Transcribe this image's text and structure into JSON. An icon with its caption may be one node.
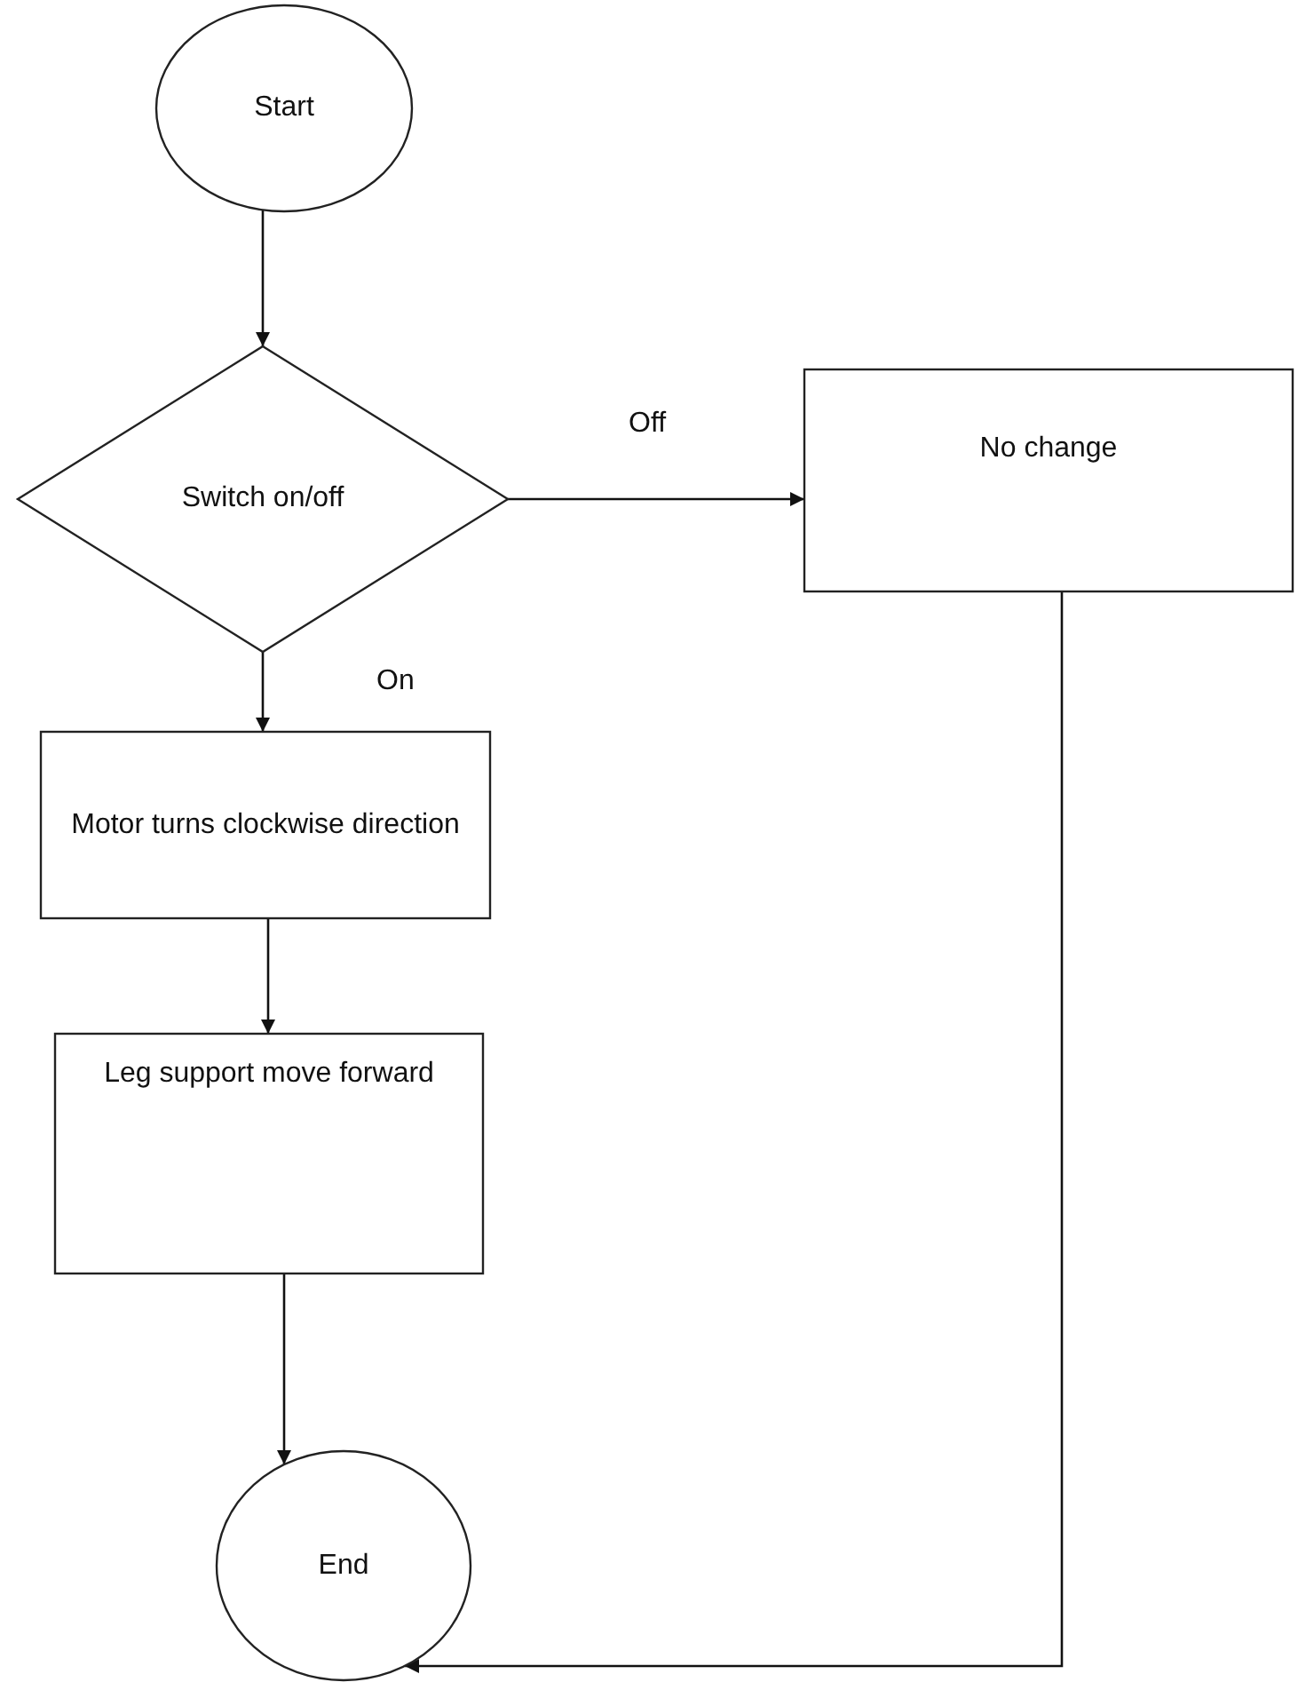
{
  "diagram": {
    "nodes": [
      {
        "text": [
          "Start"
        ]
      },
      {
        "text": [
          "Switch on/off"
        ]
      },
      {
        "text": [
          "No change"
        ]
      },
      {
        "text": [
          "Motor turns clockwise direction"
        ]
      },
      {
        "text": [
          "Leg support move forward"
        ]
      },
      {
        "text": [
          "End"
        ]
      }
    ],
    "edges": [
      {
        "from": 0,
        "to": 1,
        "arrow": "to"
      },
      {
        "from": 1,
        "to": 2,
        "arrow": "to",
        "label": "Off"
      },
      {
        "from": 1,
        "to": 3,
        "arrow": "to",
        "label": "On"
      },
      {
        "from": 3,
        "to": 4,
        "arrow": "to"
      },
      {
        "from": 4,
        "to": 5,
        "arrow": "to"
      },
      {
        "from": 2,
        "to": 5,
        "arrow": "to"
      }
    ]
  }
}
